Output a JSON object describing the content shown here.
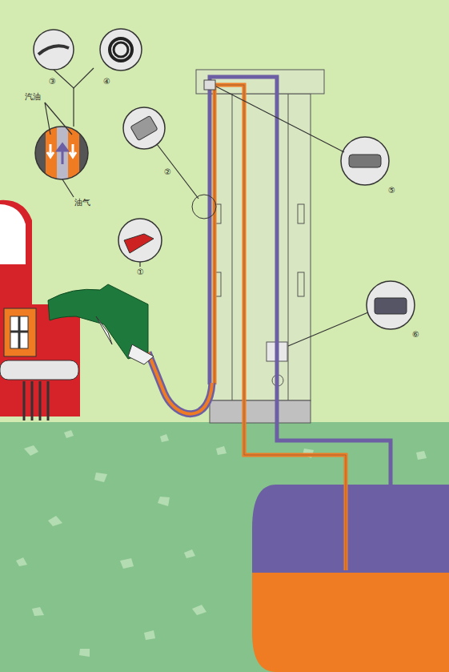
{
  "diagram": {
    "labels": [
      "③",
      "④",
      "汽油",
      "②",
      "油气",
      "①",
      "⑤",
      "⑥"
    ]
  }
}
